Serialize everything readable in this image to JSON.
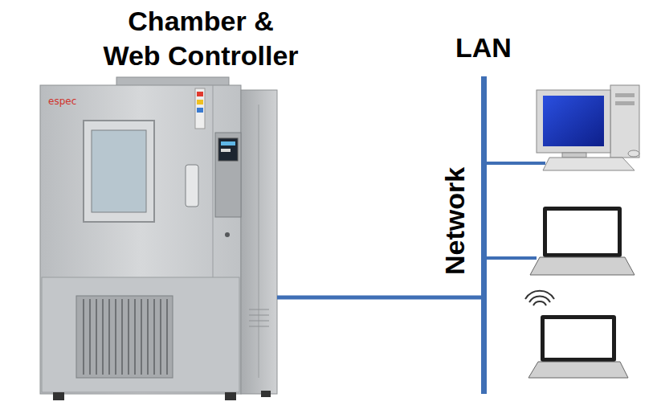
{
  "diagram": {
    "nodes": [
      {
        "text": [
          "Chamber & Web Controller"
        ]
      },
      {
        "text": [
          "LAN",
          "Network"
        ]
      }
    ],
    "edges": [
      {
        "from": 0,
        "to": 1,
        "arrow": "none"
      }
    ],
    "labels": [
      "espec"
    ]
  }
}
